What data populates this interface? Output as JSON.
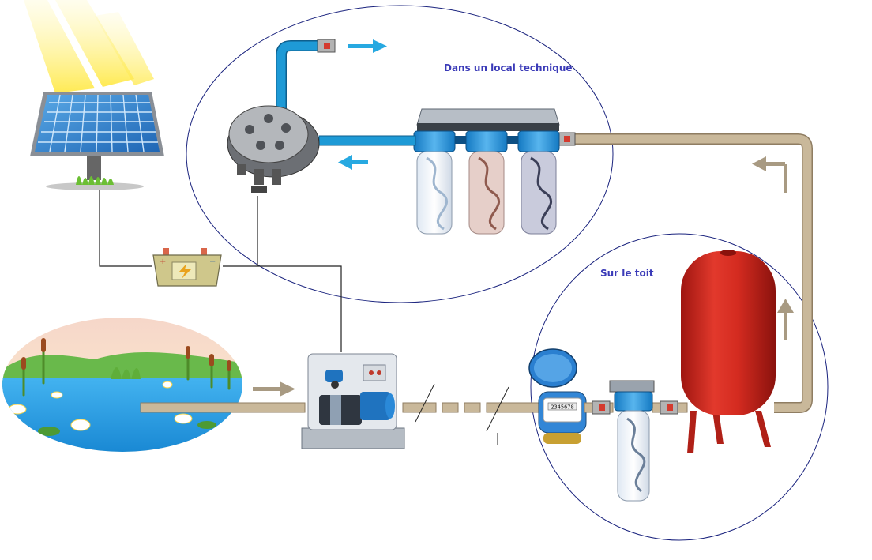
{
  "zones": {
    "technical_room_label": "Dans un local technique",
    "roof_label": "Sur le toit"
  },
  "meter": {
    "display_digits": "2345678"
  },
  "colors": {
    "circle_outline": "#1a237e",
    "pipe_beige": "#c9b89a",
    "pipe_outline": "#8f7d62",
    "pipe_blue": "#1e9ad6",
    "arrow_blue": "#27a9e1",
    "arrow_beige": "#a89a82",
    "tank_red": "#d42b20",
    "zone_label_color": "#3b3bb8"
  },
  "icons": [
    "sun-icon",
    "solar-panel-icon",
    "battery-icon",
    "pond-icon",
    "pump-station-icon",
    "water-meter-icon",
    "cartridge-filter-icon",
    "triple-filter-icon",
    "expansion-tank-icon",
    "distribution-valve-icon",
    "flow-arrow-icon"
  ]
}
